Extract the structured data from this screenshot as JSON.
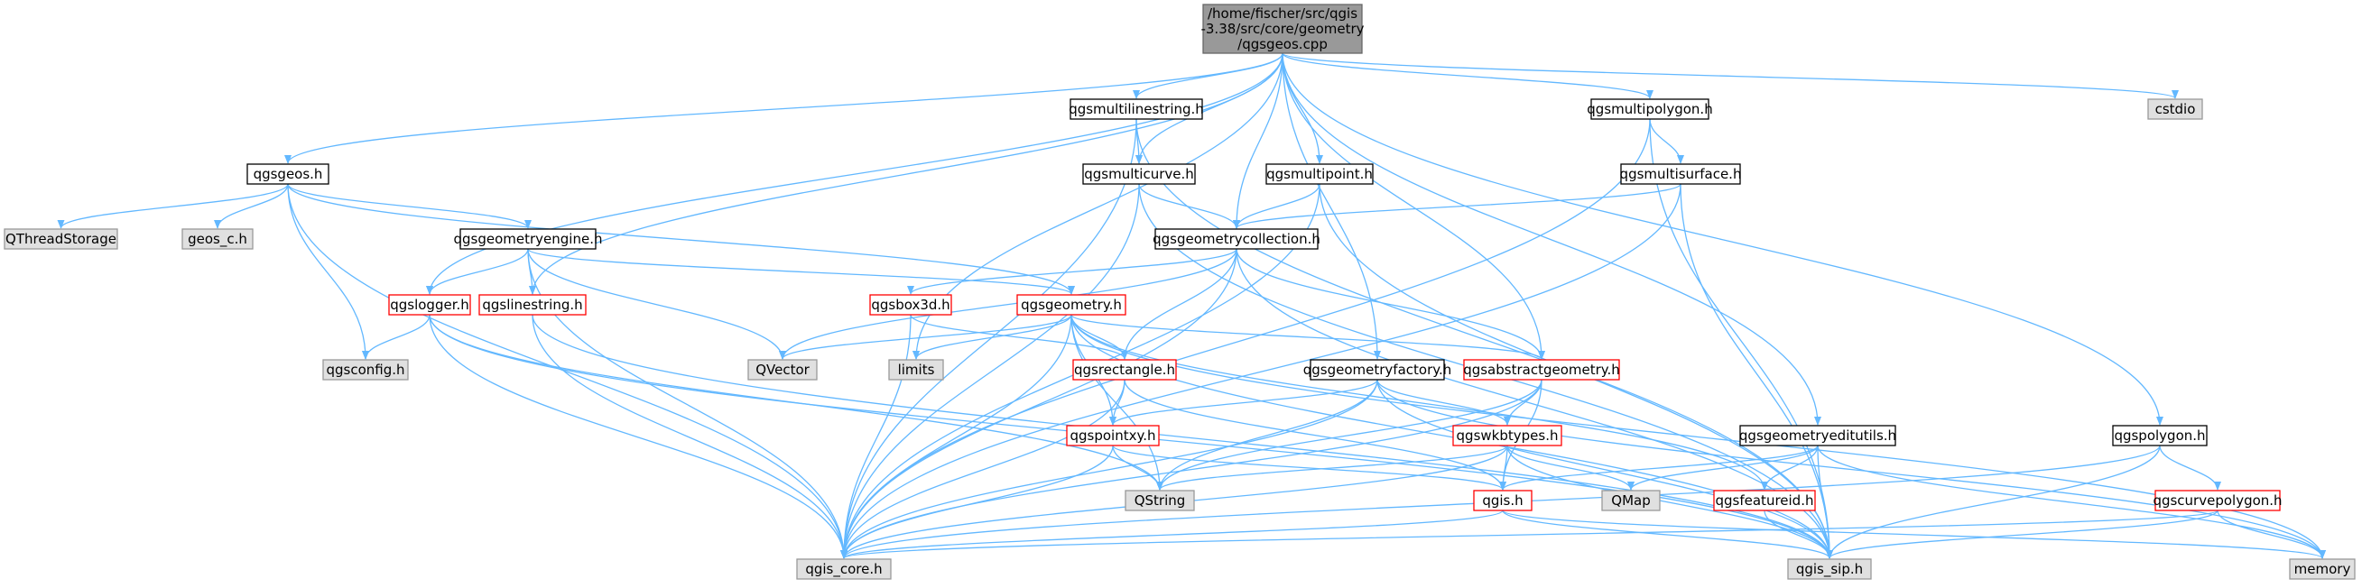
{
  "colors": {
    "edge": "#63b8ff",
    "root_fill": "#999999",
    "root_border": "#666666",
    "header_fill": "#ffffff",
    "header_border": "#000000",
    "incomplete_fill": "#ffffff",
    "incomplete_border": "#ff0000",
    "system_fill": "#e0e0e0",
    "system_border": "#999999",
    "text": "#000000"
  },
  "nodes": [
    {
      "id": "root",
      "kind": "root",
      "lines": [
        "/home/fischer/src/qgis",
        "-3.38/src/core/geometry",
        "/qgsgeos.cpp"
      ]
    },
    {
      "id": "qgsmultilinestring",
      "kind": "header",
      "lines": [
        "qgsmultilinestring.h"
      ]
    },
    {
      "id": "qgsmultipolygon",
      "kind": "header",
      "lines": [
        "qgsmultipolygon.h"
      ]
    },
    {
      "id": "cstdio",
      "kind": "system",
      "lines": [
        "cstdio"
      ]
    },
    {
      "id": "qgsgeos",
      "kind": "header",
      "lines": [
        "qgsgeos.h"
      ]
    },
    {
      "id": "qgsmulticurve",
      "kind": "header",
      "lines": [
        "qgsmulticurve.h"
      ]
    },
    {
      "id": "qgsmultipoint",
      "kind": "header",
      "lines": [
        "qgsmultipoint.h"
      ]
    },
    {
      "id": "qgsmultisurface",
      "kind": "header",
      "lines": [
        "qgsmultisurface.h"
      ]
    },
    {
      "id": "QThreadStorage",
      "kind": "system",
      "lines": [
        "QThreadStorage"
      ]
    },
    {
      "id": "geos_c",
      "kind": "system",
      "lines": [
        "geos_c.h"
      ]
    },
    {
      "id": "qgsgeometryengine",
      "kind": "header",
      "lines": [
        "qgsgeometryengine.h"
      ]
    },
    {
      "id": "qgsgeometrycollection",
      "kind": "header",
      "lines": [
        "qgsgeometrycollection.h"
      ]
    },
    {
      "id": "qgslogger",
      "kind": "incomplete",
      "lines": [
        "qgslogger.h"
      ]
    },
    {
      "id": "qgslinestring",
      "kind": "incomplete",
      "lines": [
        "qgslinestring.h"
      ]
    },
    {
      "id": "qgsbox3d",
      "kind": "incomplete",
      "lines": [
        "qgsbox3d.h"
      ]
    },
    {
      "id": "qgsgeometry",
      "kind": "incomplete",
      "lines": [
        "qgsgeometry.h"
      ]
    },
    {
      "id": "qgsconfig",
      "kind": "system",
      "lines": [
        "qgsconfig.h"
      ]
    },
    {
      "id": "QVector",
      "kind": "system",
      "lines": [
        "QVector"
      ]
    },
    {
      "id": "limits",
      "kind": "system",
      "lines": [
        "limits"
      ]
    },
    {
      "id": "qgsrectangle",
      "kind": "incomplete",
      "lines": [
        "qgsrectangle.h"
      ]
    },
    {
      "id": "qgsgeometryfactory",
      "kind": "header",
      "lines": [
        "qgsgeometryfactory.h"
      ]
    },
    {
      "id": "qgsabstractgeometry",
      "kind": "incomplete",
      "lines": [
        "qgsabstractgeometry.h"
      ]
    },
    {
      "id": "qgspointxy",
      "kind": "incomplete",
      "lines": [
        "qgspointxy.h"
      ]
    },
    {
      "id": "qgswkbtypes",
      "kind": "incomplete",
      "lines": [
        "qgswkbtypes.h"
      ]
    },
    {
      "id": "qgsgeometryeditutils",
      "kind": "header",
      "lines": [
        "qgsgeometryeditutils.h"
      ]
    },
    {
      "id": "qgspolygon",
      "kind": "header",
      "lines": [
        "qgspolygon.h"
      ]
    },
    {
      "id": "QString",
      "kind": "system",
      "lines": [
        "QString"
      ]
    },
    {
      "id": "QMap",
      "kind": "system",
      "lines": [
        "QMap"
      ]
    },
    {
      "id": "qgis",
      "kind": "incomplete",
      "lines": [
        "qgis.h"
      ]
    },
    {
      "id": "qgsfeatureid",
      "kind": "incomplete",
      "lines": [
        "qgsfeatureid.h"
      ]
    },
    {
      "id": "qgscurvepolygon",
      "kind": "incomplete",
      "lines": [
        "qgscurvepolygon.h"
      ]
    },
    {
      "id": "qgis_core",
      "kind": "system",
      "lines": [
        "qgis_core.h"
      ]
    },
    {
      "id": "qgis_sip",
      "kind": "system",
      "lines": [
        "qgis_sip.h"
      ]
    },
    {
      "id": "memory",
      "kind": "system",
      "lines": [
        "memory"
      ]
    }
  ],
  "edges": [
    [
      "root",
      "qgsmultilinestring"
    ],
    [
      "root",
      "qgsmultipolygon"
    ],
    [
      "root",
      "cstdio"
    ],
    [
      "root",
      "qgsgeos"
    ],
    [
      "root",
      "qgsmulticurve"
    ],
    [
      "root",
      "qgsmultipoint"
    ],
    [
      "root",
      "qgsgeometrycollection"
    ],
    [
      "root",
      "qgslogger"
    ],
    [
      "root",
      "qgslinestring"
    ],
    [
      "root",
      "limits"
    ],
    [
      "root",
      "qgsgeometryfactory"
    ],
    [
      "root",
      "qgsabstractgeometry"
    ],
    [
      "root",
      "qgsgeometryeditutils"
    ],
    [
      "root",
      "qgspolygon"
    ],
    [
      "qgsmultilinestring",
      "qgsmulticurve"
    ],
    [
      "qgsmultilinestring",
      "qgis_core"
    ],
    [
      "qgsmultilinestring",
      "qgis_sip"
    ],
    [
      "qgsmultipolygon",
      "qgsmultisurface"
    ],
    [
      "qgsmultipolygon",
      "qgis_core"
    ],
    [
      "qgsmultipolygon",
      "qgis_sip"
    ],
    [
      "qgsgeos",
      "QThreadStorage"
    ],
    [
      "qgsgeos",
      "geos_c"
    ],
    [
      "qgsgeos",
      "qgsgeometryengine"
    ],
    [
      "qgsgeos",
      "qgsconfig"
    ],
    [
      "qgsgeos",
      "qgsgeometry"
    ],
    [
      "qgsgeos",
      "qgis_core"
    ],
    [
      "qgsmulticurve",
      "qgsgeometrycollection"
    ],
    [
      "qgsmulticurve",
      "qgis_core"
    ],
    [
      "qgsmulticurve",
      "qgis_sip"
    ],
    [
      "qgsmultipoint",
      "qgsgeometrycollection"
    ],
    [
      "qgsmultipoint",
      "qgis_core"
    ],
    [
      "qgsmultipoint",
      "qgis_sip"
    ],
    [
      "qgsmultisurface",
      "qgsgeometrycollection"
    ],
    [
      "qgsmultisurface",
      "qgis_core"
    ],
    [
      "qgsmultisurface",
      "qgis_sip"
    ],
    [
      "qgsgeometryengine",
      "qgslogger"
    ],
    [
      "qgsgeometryengine",
      "qgslinestring"
    ],
    [
      "qgsgeometryengine",
      "QVector"
    ],
    [
      "qgsgeometryengine",
      "qgsgeometry"
    ],
    [
      "qgsgeometryengine",
      "qgis_core"
    ],
    [
      "qgsgeometrycollection",
      "qgsbox3d"
    ],
    [
      "qgsgeometrycollection",
      "qgsrectangle"
    ],
    [
      "qgsgeometrycollection",
      "qgsabstractgeometry"
    ],
    [
      "qgsgeometrycollection",
      "QVector"
    ],
    [
      "qgsgeometrycollection",
      "qgis_core"
    ],
    [
      "qgsgeometrycollection",
      "qgis_sip"
    ],
    [
      "qgslogger",
      "qgsconfig"
    ],
    [
      "qgslogger",
      "QString"
    ],
    [
      "qgslogger",
      "qgis_core"
    ],
    [
      "qgslogger",
      "qgis_sip"
    ],
    [
      "qgslinestring",
      "qgis_core"
    ],
    [
      "qgslinestring",
      "qgis_sip"
    ],
    [
      "qgsbox3d",
      "qgsrectangle"
    ],
    [
      "qgsbox3d",
      "qgis_core"
    ],
    [
      "qgsgeometry",
      "QVector"
    ],
    [
      "qgsgeometry",
      "limits"
    ],
    [
      "qgsgeometry",
      "qgsrectangle"
    ],
    [
      "qgsgeometry",
      "qgsabstractgeometry"
    ],
    [
      "qgsgeometry",
      "qgspointxy"
    ],
    [
      "qgsgeometry",
      "qgsfeatureid"
    ],
    [
      "qgsgeometry",
      "qgis_core"
    ],
    [
      "qgsgeometry",
      "qgis_sip"
    ],
    [
      "qgsgeometry",
      "QString"
    ],
    [
      "qgsgeometry",
      "memory"
    ],
    [
      "qgsrectangle",
      "qgspointxy"
    ],
    [
      "qgsrectangle",
      "qgis"
    ],
    [
      "qgsrectangle",
      "qgis_core"
    ],
    [
      "qgsgeometryfactory",
      "qgspointxy"
    ],
    [
      "qgsgeometryfactory",
      "qgswkbtypes"
    ],
    [
      "qgsgeometryfactory",
      "QString"
    ],
    [
      "qgsgeometryfactory",
      "qgis_core"
    ],
    [
      "qgsgeometryfactory",
      "qgis_sip"
    ],
    [
      "qgsgeometryfactory",
      "memory"
    ],
    [
      "qgsabstractgeometry",
      "qgswkbtypes"
    ],
    [
      "qgsabstractgeometry",
      "qgis"
    ],
    [
      "qgsabstractgeometry",
      "QString"
    ],
    [
      "qgsabstractgeometry",
      "qgis_core"
    ],
    [
      "qgspointxy",
      "QString"
    ],
    [
      "qgspointxy",
      "qgis"
    ],
    [
      "qgspointxy",
      "qgis_core"
    ],
    [
      "qgswkbtypes",
      "QString"
    ],
    [
      "qgswkbtypes",
      "QMap"
    ],
    [
      "qgswkbtypes",
      "qgis"
    ],
    [
      "qgswkbtypes",
      "qgis_core"
    ],
    [
      "qgswkbtypes",
      "qgis_sip"
    ],
    [
      "qgsgeometryeditutils",
      "QMap"
    ],
    [
      "qgsgeometryeditutils",
      "qgis"
    ],
    [
      "qgsgeometryeditutils",
      "qgsfeatureid"
    ],
    [
      "qgsgeometryeditutils",
      "memory"
    ],
    [
      "qgsgeometryeditutils",
      "qgis_sip"
    ],
    [
      "qgspolygon",
      "qgscurvepolygon"
    ],
    [
      "qgspolygon",
      "qgis_core"
    ],
    [
      "qgspolygon",
      "qgis_sip"
    ],
    [
      "qgis",
      "qgis_core"
    ],
    [
      "qgis",
      "qgis_sip"
    ],
    [
      "qgis",
      "memory"
    ],
    [
      "qgsfeatureid",
      "qgis_sip"
    ],
    [
      "qgscurvepolygon",
      "qgis_core"
    ],
    [
      "qgscurvepolygon",
      "qgis_sip"
    ],
    [
      "qgscurvepolygon",
      "memory"
    ]
  ]
}
